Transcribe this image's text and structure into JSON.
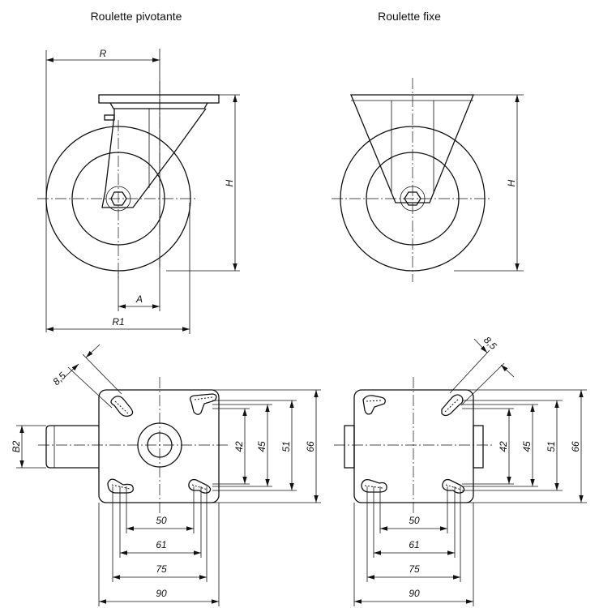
{
  "views": {
    "swivel_title": "Roulette pivotante",
    "fixed_title": "Roulette fixe"
  },
  "labels": {
    "R": "R",
    "R1": "R1",
    "A": "A",
    "H": "H",
    "B2": "B2",
    "slot": "8,5"
  },
  "plate": {
    "width": "90",
    "hole_outer": "75",
    "hole_inner": "61",
    "hole_min": "50",
    "height": "66",
    "hole_v_outer": "51",
    "hole_v_mid": "45",
    "hole_v_min": "42"
  },
  "colors": {
    "line": "#111111",
    "background": "#ffffff"
  }
}
